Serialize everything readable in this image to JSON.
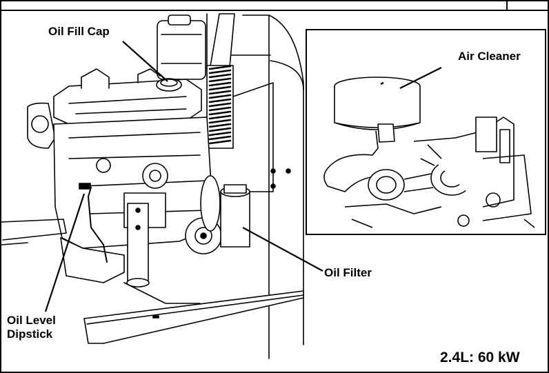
{
  "labels": {
    "oil_fill_cap": "Oil Fill Cap",
    "air_cleaner": "Air Cleaner",
    "oil_filter": "Oil Filter",
    "oil_level_dipstick_line1": "Oil Level",
    "oil_level_dipstick_line2": "Dipstick"
  },
  "model_label": "2.4L: 60 kW"
}
